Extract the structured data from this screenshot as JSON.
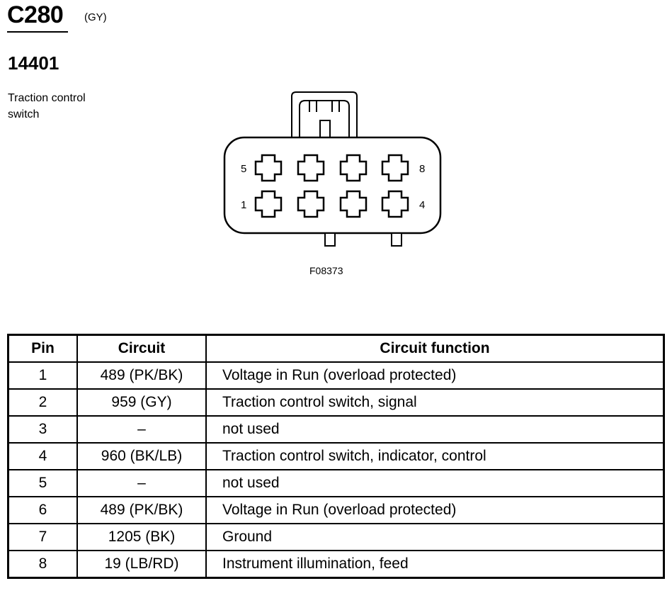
{
  "connector": {
    "id": "C280",
    "color": "(GY)",
    "part_number": "14401",
    "component_line1": "Traction control",
    "component_line2": "switch"
  },
  "diagram": {
    "figure_id": "F08373",
    "pin_labels": [
      "5",
      "8",
      "1",
      "4"
    ]
  },
  "table": {
    "headers": [
      "Pin",
      "Circuit",
      "Circuit function"
    ],
    "rows": [
      {
        "pin": "1",
        "circuit": "489 (PK/BK)",
        "function": "Voltage in Run (overload protected)"
      },
      {
        "pin": "2",
        "circuit": "959 (GY)",
        "function": "Traction control switch, signal"
      },
      {
        "pin": "3",
        "circuit": "–",
        "function": "not used"
      },
      {
        "pin": "4",
        "circuit": "960 (BK/LB)",
        "function": "Traction control switch, indicator, control"
      },
      {
        "pin": "5",
        "circuit": "–",
        "function": "not used"
      },
      {
        "pin": "6",
        "circuit": "489 (PK/BK)",
        "function": "Voltage in Run (overload protected)"
      },
      {
        "pin": "7",
        "circuit": "1205 (BK)",
        "function": "Ground"
      },
      {
        "pin": "8",
        "circuit": "19 (LB/RD)",
        "function": "Instrument illumination, feed"
      }
    ]
  }
}
